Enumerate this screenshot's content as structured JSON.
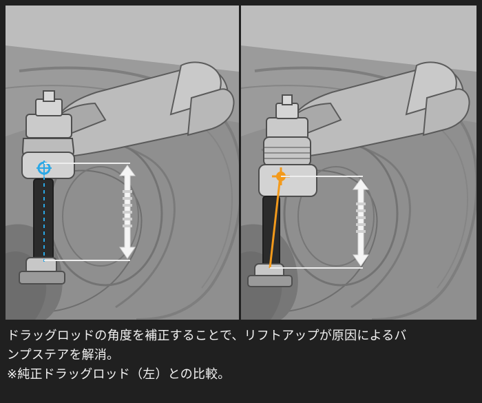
{
  "caption": {
    "line1": "ドラッグロッドの角度を補正することで、リフトアップが原因によるバ",
    "line2": "ンプステアを解消。",
    "line3": "※純正ドラッグロッド（左）との比較。"
  },
  "colors": {
    "background": "#202020",
    "panel": "#9a9a9a",
    "blue_marker": "#2aa8e6",
    "orange_marker": "#f39a1b"
  }
}
